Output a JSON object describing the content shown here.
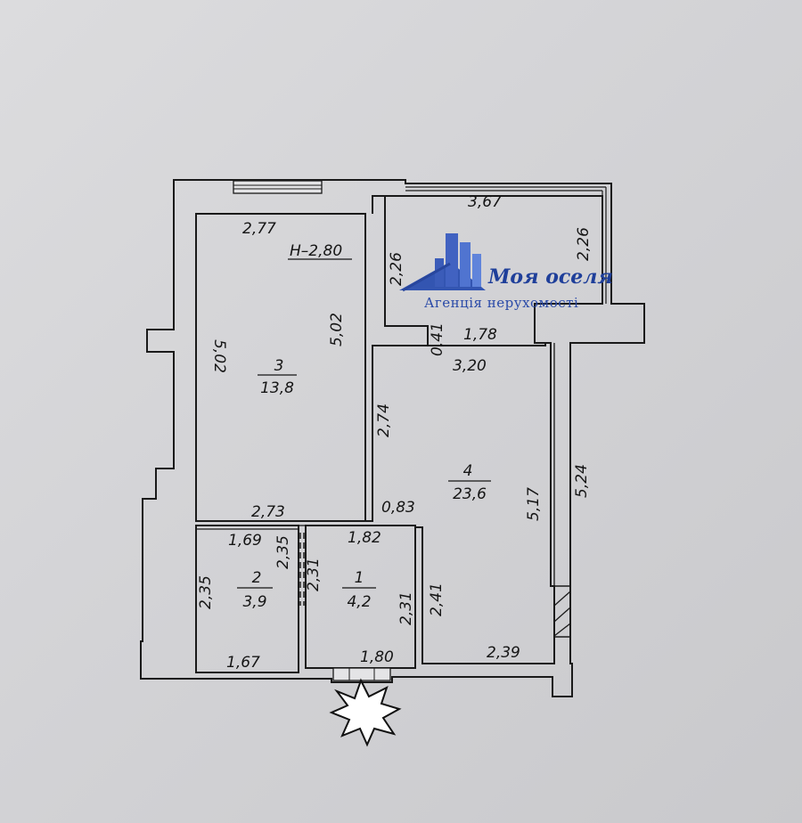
{
  "plan": {
    "ceiling_height": "H–2,80",
    "rooms": [
      {
        "number": "3",
        "area": "13,8"
      },
      {
        "number": "2",
        "area": "3,9"
      },
      {
        "number": "1",
        "area": "4,2"
      },
      {
        "number": "4",
        "area": "23,6"
      }
    ],
    "dimensions": {
      "room3_top": "2,77",
      "room3_left": "5,02",
      "room3_right": "5,02",
      "room3_bottom": "2,73",
      "balcony_top": "3,67",
      "balcony_left": "2,26",
      "balcony_right": "2,26",
      "balcony_bottom": "1,78",
      "step": "0,41",
      "room4_top": "3,20",
      "room4_left_upper": "2,74",
      "room4_ledge": "0,83",
      "room4_right": "5,17",
      "room4_outer_right": "5,24",
      "room4_left_lower": "2,41",
      "room4_bottom": "2,39",
      "room2_top": "1,69",
      "room2_right_upper": "2,35",
      "room2_left": "2,35",
      "room2_bottom": "1,67",
      "room1_top": "1,82",
      "room1_left": "2,31",
      "room1_right": "2,31",
      "room1_bottom": "1,80"
    }
  },
  "watermark": {
    "title": "Моя оселя",
    "subtitle": "Агенція нерухомості",
    "color": "#1f3f9a"
  }
}
